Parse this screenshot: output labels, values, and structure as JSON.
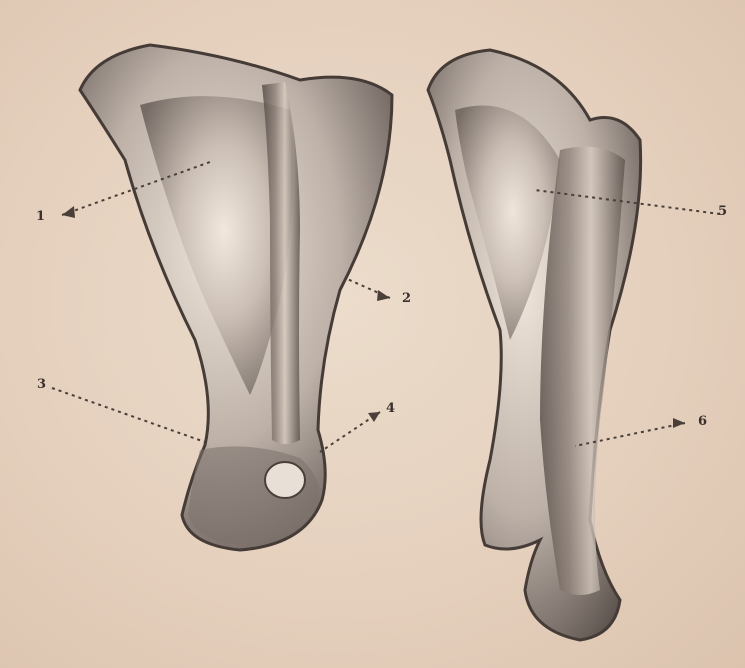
{
  "figure": {
    "callouts": [
      {
        "label": "1"
      },
      {
        "label": "2"
      },
      {
        "label": "3"
      },
      {
        "label": "4"
      },
      {
        "label": "5"
      },
      {
        "label": "6"
      }
    ]
  },
  "colors": {
    "paper": "#e9d6c4",
    "ink": "#3a2f2a",
    "bone_light": "#ebdfd2",
    "bone_shadow": "#5f5550"
  }
}
